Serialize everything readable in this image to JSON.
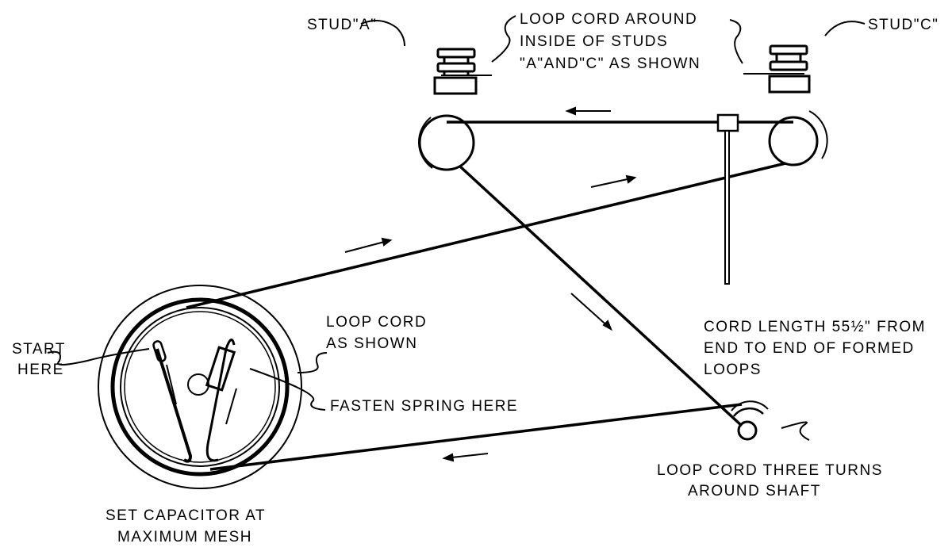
{
  "labels": {
    "stud_a": "STUD\"A\"",
    "stud_c": "STUD\"C\"",
    "studs_note": [
      "LOOP CORD AROUND",
      "INSIDE OF STUDS",
      "\"A\"AND\"C\" AS SHOWN"
    ],
    "loop_cord": [
      "LOOP CORD",
      "AS SHOWN"
    ],
    "start_here": [
      "START",
      "HERE"
    ],
    "fasten_spring": "FASTEN SPRING HERE",
    "cord_length": [
      "CORD LENGTH 55½\" FROM",
      "END TO END OF FORMED",
      "LOOPS"
    ],
    "shaft_note": [
      "LOOP CORD THREE TURNS",
      "AROUND SHAFT"
    ],
    "capacitor_note": [
      "SET CAPACITOR AT",
      "MAXIMUM MESH"
    ]
  },
  "colors": {
    "ink": "#000000",
    "background": "#ffffff"
  }
}
